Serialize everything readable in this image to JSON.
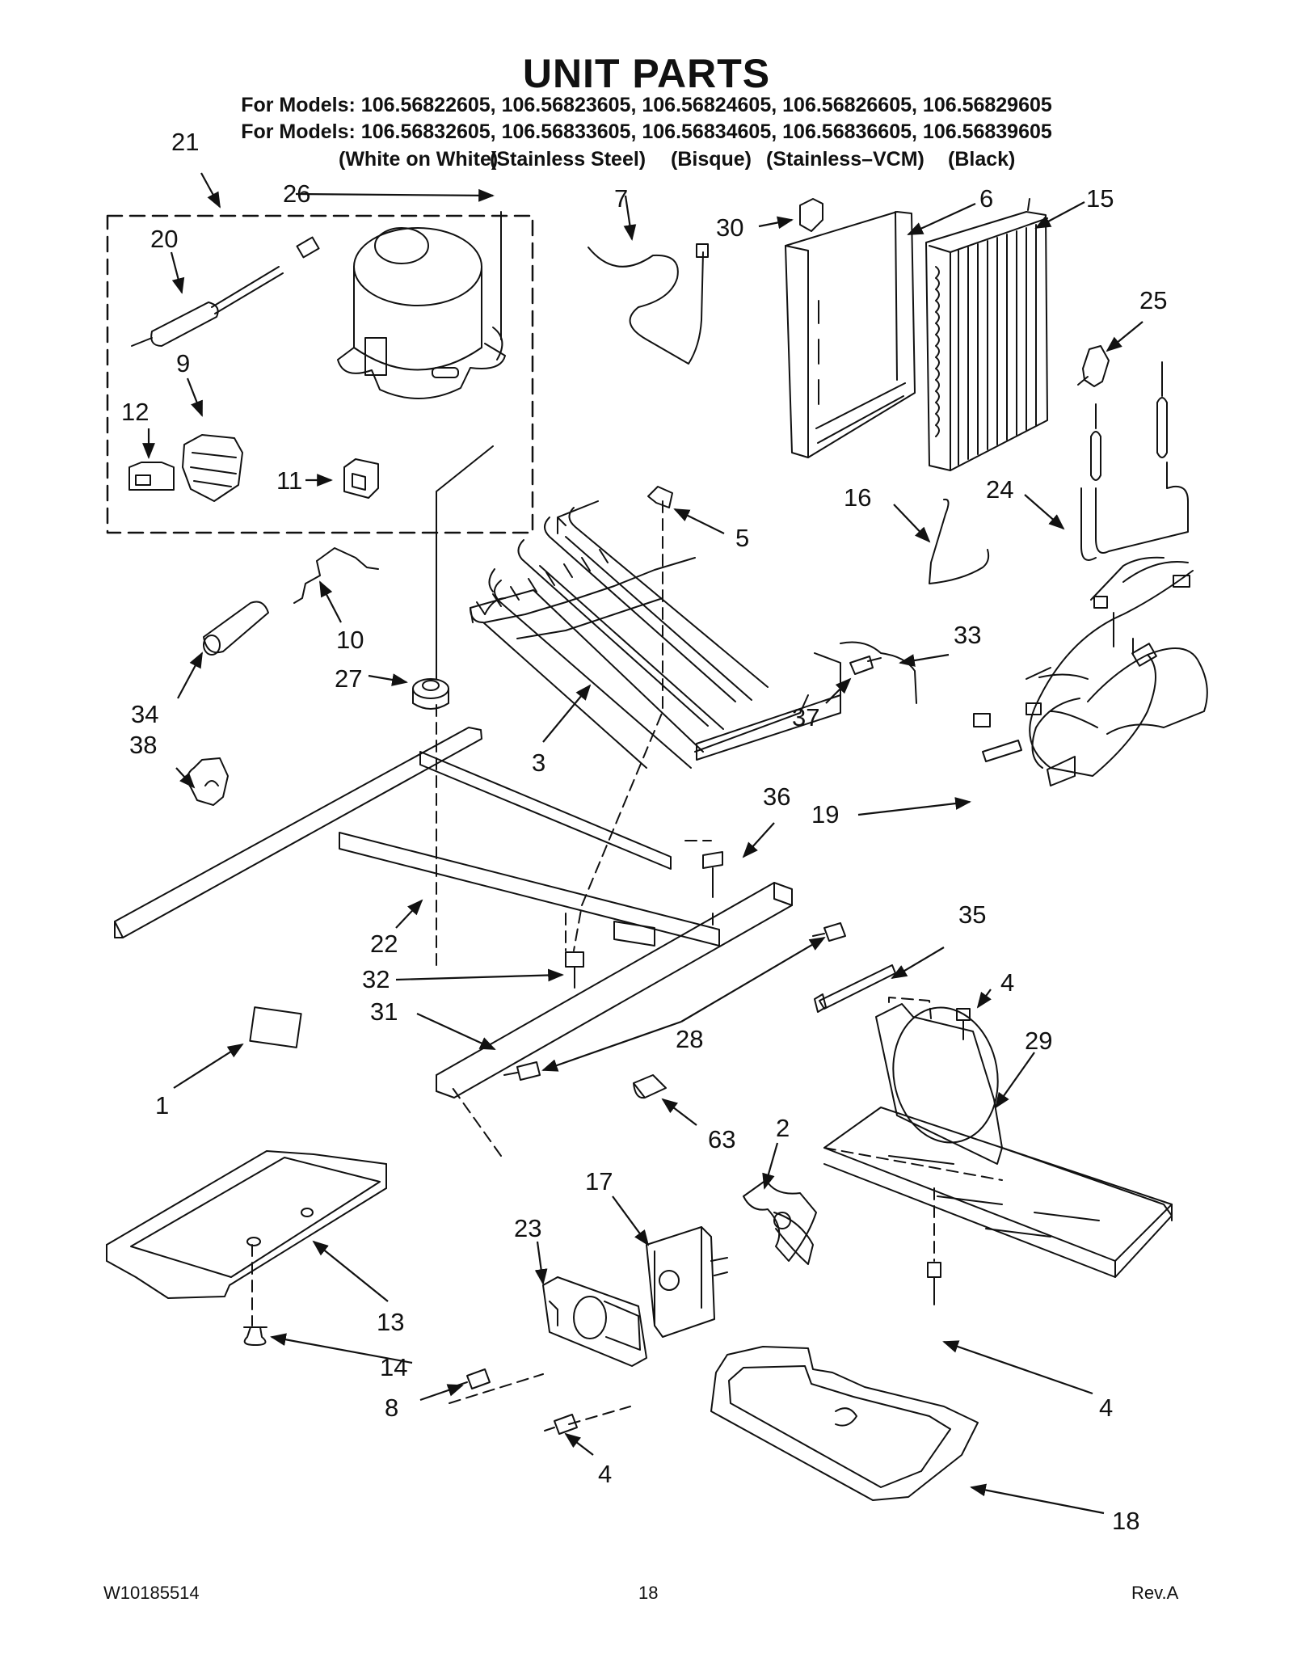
{
  "page": {
    "title": "UNIT PARTS",
    "models_line1": "For Models: 106.56822605, 106.56823605, 106.56824605, 106.56826605, 106.56829605",
    "models_line2": "For Models: 106.56832605, 106.56833605, 106.56834605, 106.56836605, 106.56839605",
    "finishes": [
      "(White on White)",
      "(Stainless Steel)",
      "(Bisque)",
      "(Stainless–VCM)",
      "(Black)"
    ]
  },
  "callouts": [
    "21",
    "26",
    "20",
    "9",
    "12",
    "11",
    "7",
    "30",
    "6",
    "15",
    "25",
    "16",
    "24",
    "5",
    "10",
    "34",
    "27",
    "3",
    "33",
    "37",
    "38",
    "36",
    "19",
    "22",
    "32",
    "35",
    "4",
    "31",
    "28",
    "29",
    "1",
    "63",
    "2",
    "17",
    "23",
    "13",
    "14",
    "8",
    "4",
    "4",
    "18"
  ],
  "footer": {
    "doc_number": "W10185514",
    "page_number": "18",
    "revision": "Rev.A"
  },
  "colors": {
    "ink": "#111111",
    "background": "#ffffff"
  }
}
